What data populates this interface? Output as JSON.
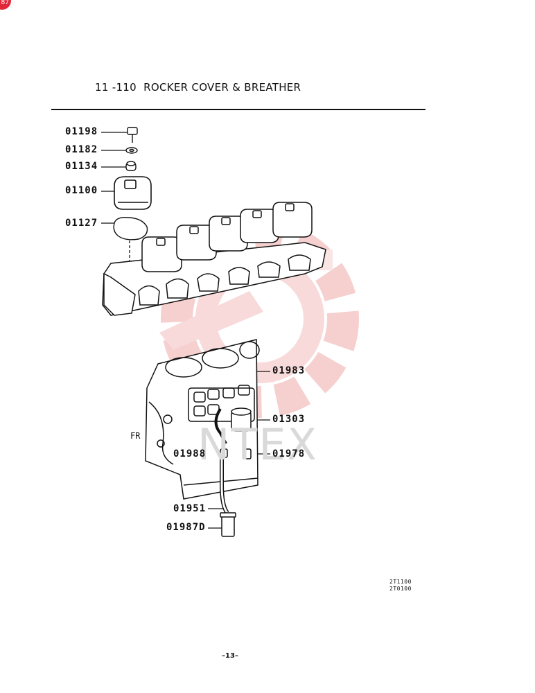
{
  "corner_badge": "87",
  "title": "11 -110  ROCKER COVER & BREATHER",
  "watermark": "NTEX",
  "orientation_label": "FR",
  "parts": [
    {
      "id": "p01198",
      "number": "01198"
    },
    {
      "id": "p01182",
      "number": "01182"
    },
    {
      "id": "p01134",
      "number": "01134"
    },
    {
      "id": "p01100",
      "number": "01100"
    },
    {
      "id": "p01127",
      "number": "01127"
    },
    {
      "id": "p01983",
      "number": "01983"
    },
    {
      "id": "p01303",
      "number": "01303"
    },
    {
      "id": "p01988",
      "number": "01988"
    },
    {
      "id": "p01978",
      "number": "01978"
    },
    {
      "id": "p01951",
      "number": "01951"
    },
    {
      "id": "p01987D",
      "number": "01987D"
    }
  ],
  "ref_codes": [
    "2T1100",
    "2T0100"
  ],
  "page_number": "–13–",
  "colors": {
    "line": "#111111",
    "watermark_red": "#f3c6c6",
    "watermark_grey": "#d9d9d9",
    "badge": "#e0283a"
  }
}
